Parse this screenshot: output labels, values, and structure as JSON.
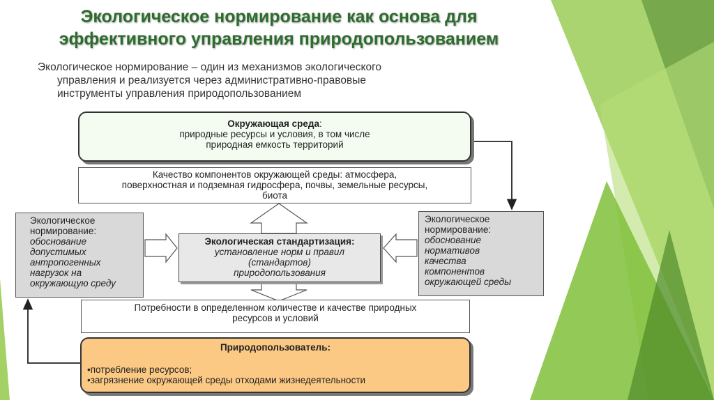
{
  "title": {
    "line1": "Экологическое нормирование как основа для",
    "line2": "эффективного управления природопользованием"
  },
  "intro": {
    "line1": "Экологическое нормирование – один из механизмов экологического",
    "line2": "управления и реализуется через административно-правовые",
    "line3": "инструменты управления природопользованием"
  },
  "environment": {
    "title": "Окружающая среда",
    "line1": "природные ресурсы и условия, в том числе",
    "line2": "природная емкость территорий"
  },
  "quality": {
    "line1": "Качество компонентов окружающей среды: атмосфера,",
    "line2": "поверхностная и подземная гидросфера, почвы, земельные ресурсы,",
    "line3": "биота"
  },
  "left_norm": {
    "line1": "Экологическое",
    "line2": "нормирование:",
    "line3": "обоснование",
    "line4": "допустимых",
    "line5": "антропогенных",
    "line6": "нагрузок на",
    "line7": "окружающую среду"
  },
  "right_norm": {
    "line1": "Экологическое",
    "line2": "нормирование:",
    "line3": "обоснование",
    "line4": "нормативов",
    "line5": "качества",
    "line6": "компонентов",
    "line7": "окружающей среды"
  },
  "standardization": {
    "title": "Экологическая стандартизация:",
    "line1": "установление норм и правил",
    "line2": "(стандартов)",
    "line3": "природопользования"
  },
  "needs": {
    "line1": "Потребности в определенном количестве и качестве природных",
    "line2": "ресурсов и условий"
  },
  "user": {
    "title": "Природопользователь:",
    "item1": "•потребление ресурсов;",
    "item2": "•загрязнение окружающей среды отходами жизнедеятельности"
  },
  "colors": {
    "title_green": "#2e6b2e",
    "user_fill": "#fbc984",
    "env_fill": "#f4fcf2",
    "norm_fill": "#d9d9d9"
  }
}
